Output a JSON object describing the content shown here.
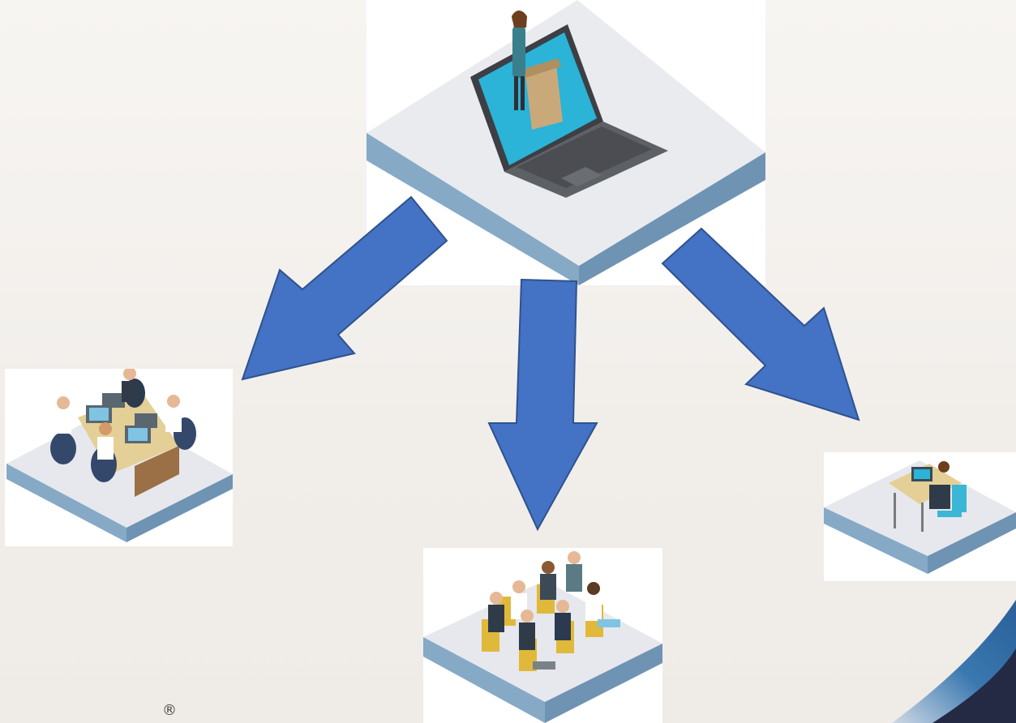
{
  "diagram": {
    "nodes": [
      {
        "id": "presenter",
        "icon": "laptop-presenter-icon"
      },
      {
        "id": "team-office",
        "icon": "team-office-icon"
      },
      {
        "id": "classroom",
        "icon": "audience-classroom-icon"
      },
      {
        "id": "single-desk",
        "icon": "single-worker-desk-icon"
      }
    ],
    "edges": [
      {
        "from": "presenter",
        "to": "team-office"
      },
      {
        "from": "presenter",
        "to": "classroom"
      },
      {
        "from": "presenter",
        "to": "single-desk"
      }
    ]
  },
  "registered_mark": "®",
  "colors": {
    "arrow": "#4472c4",
    "arrow_stroke": "#2f528f",
    "platform_top": "#e9ebef",
    "platform_side": "#86a9c6",
    "screen": "#2bb3d8",
    "corner_navy": "#242a44",
    "corner_blue": "#3a78b0"
  }
}
